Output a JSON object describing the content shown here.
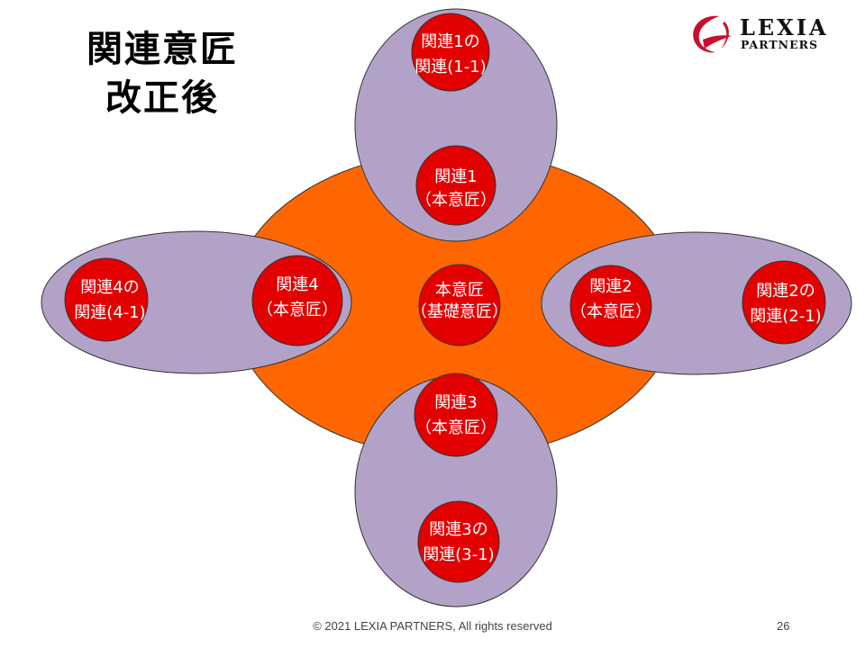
{
  "title": {
    "line1": "関連意匠",
    "line2": "改正後"
  },
  "logo": {
    "name": "LEXIA",
    "sub": "PARTNERS"
  },
  "footer": {
    "copyright": "© 2021 LEXIA PARTNERS, All rights reserved",
    "page": "26"
  },
  "colors": {
    "orange": "#ff6600",
    "purple": "#b3a2c7",
    "red": "#e30000",
    "brand": "#c8102e"
  },
  "nodes": {
    "base": {
      "line1": "本意匠",
      "line2": "（基礎意匠）"
    },
    "r1": {
      "line1": "関連1",
      "line2": "（本意匠）"
    },
    "r1_1": {
      "line1": "関連1の",
      "line2": "関連(1-1)"
    },
    "r2": {
      "line1": "関連2",
      "line2": "（本意匠）"
    },
    "r2_1": {
      "line1": "関連2の",
      "line2": "関連(2-1)"
    },
    "r3": {
      "line1": "関連3",
      "line2": "（本意匠）"
    },
    "r3_1": {
      "line1": "関連3の",
      "line2": "関連(3-1)"
    },
    "r4": {
      "line1": "関連4",
      "line2": "（本意匠）"
    },
    "r4_1": {
      "line1": "関連4の",
      "line2": "関連(4-1)"
    }
  }
}
